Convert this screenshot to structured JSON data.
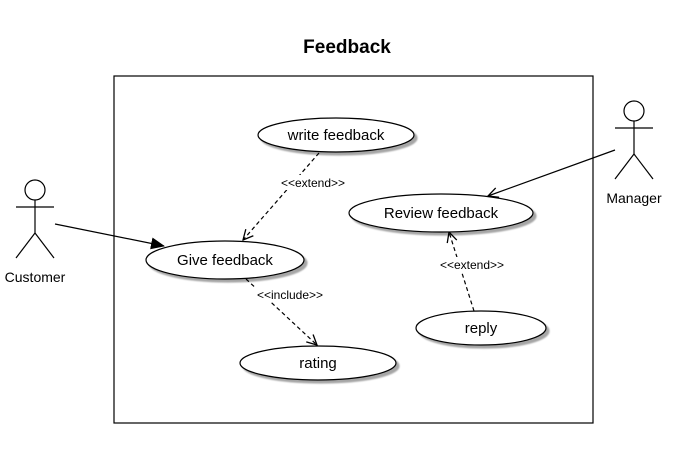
{
  "diagram": {
    "title": "Feedback",
    "actors": {
      "customer": "Customer",
      "manager": "Manager"
    },
    "use_cases": {
      "write_feedback": "write feedback",
      "give_feedback": "Give feedback",
      "rating": "rating",
      "review_feedback": "Review feedback",
      "reply": "reply"
    },
    "relations": {
      "extend_write_give": "<<extend>>",
      "include_give_rating": "<<include>>",
      "extend_reply_review": "<<extend>>"
    }
  }
}
